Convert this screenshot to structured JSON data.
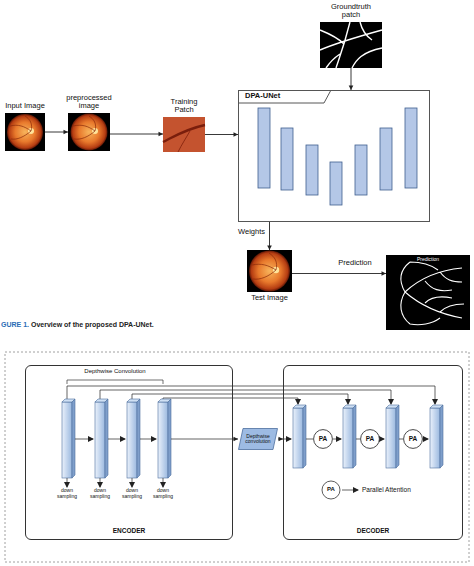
{
  "diagram": {
    "caption": "Overview of the proposed DPA-UNet.",
    "nodes": [
      {
        "text": [
          "Input Image"
        ]
      },
      {
        "text": [
          "preprocessed image"
        ]
      },
      {
        "text": [
          "Training Patch"
        ]
      },
      {
        "text": [
          "Groundtruth patch"
        ]
      },
      {
        "text": [
          "DPA-UNet"
        ]
      },
      {
        "text": [
          "Test Image"
        ]
      },
      {
        "text": [
          "Prediction"
        ]
      },
      {
        "text": [
          "ENCODER"
        ]
      },
      {
        "text": [
          "Depthwise convolution"
        ]
      },
      {
        "text": [
          "DECODER"
        ]
      },
      {
        "text": [
          "PA"
        ],
        "in": 9
      },
      {
        "text": [
          "PA"
        ],
        "in": 9
      },
      {
        "text": [
          "PA"
        ],
        "in": 9
      }
    ],
    "edges": [
      {
        "from": 0,
        "to": 1,
        "arrow": "to"
      },
      {
        "from": 1,
        "to": 2,
        "arrow": "to"
      },
      {
        "from": 2,
        "to": 4,
        "arrow": "to"
      },
      {
        "from": 3,
        "to": 4,
        "arrow": "to"
      },
      {
        "from": 4,
        "to": 5,
        "label": "Weights",
        "arrow": "to"
      },
      {
        "from": 5,
        "to": 6,
        "label": "Prediction",
        "arrow": "to"
      },
      {
        "from": 7,
        "to": 8,
        "arrow": "to"
      },
      {
        "from": 8,
        "to": 9,
        "arrow": "to"
      }
    ],
    "labels": [
      "Depthwise Convolution",
      "down sampling",
      "down sampling",
      "down sampling",
      "down sampling",
      "PA",
      "GURE 1."
    ],
    "legend": [
      {
        "text": "Parallel Attention"
      }
    ]
  }
}
